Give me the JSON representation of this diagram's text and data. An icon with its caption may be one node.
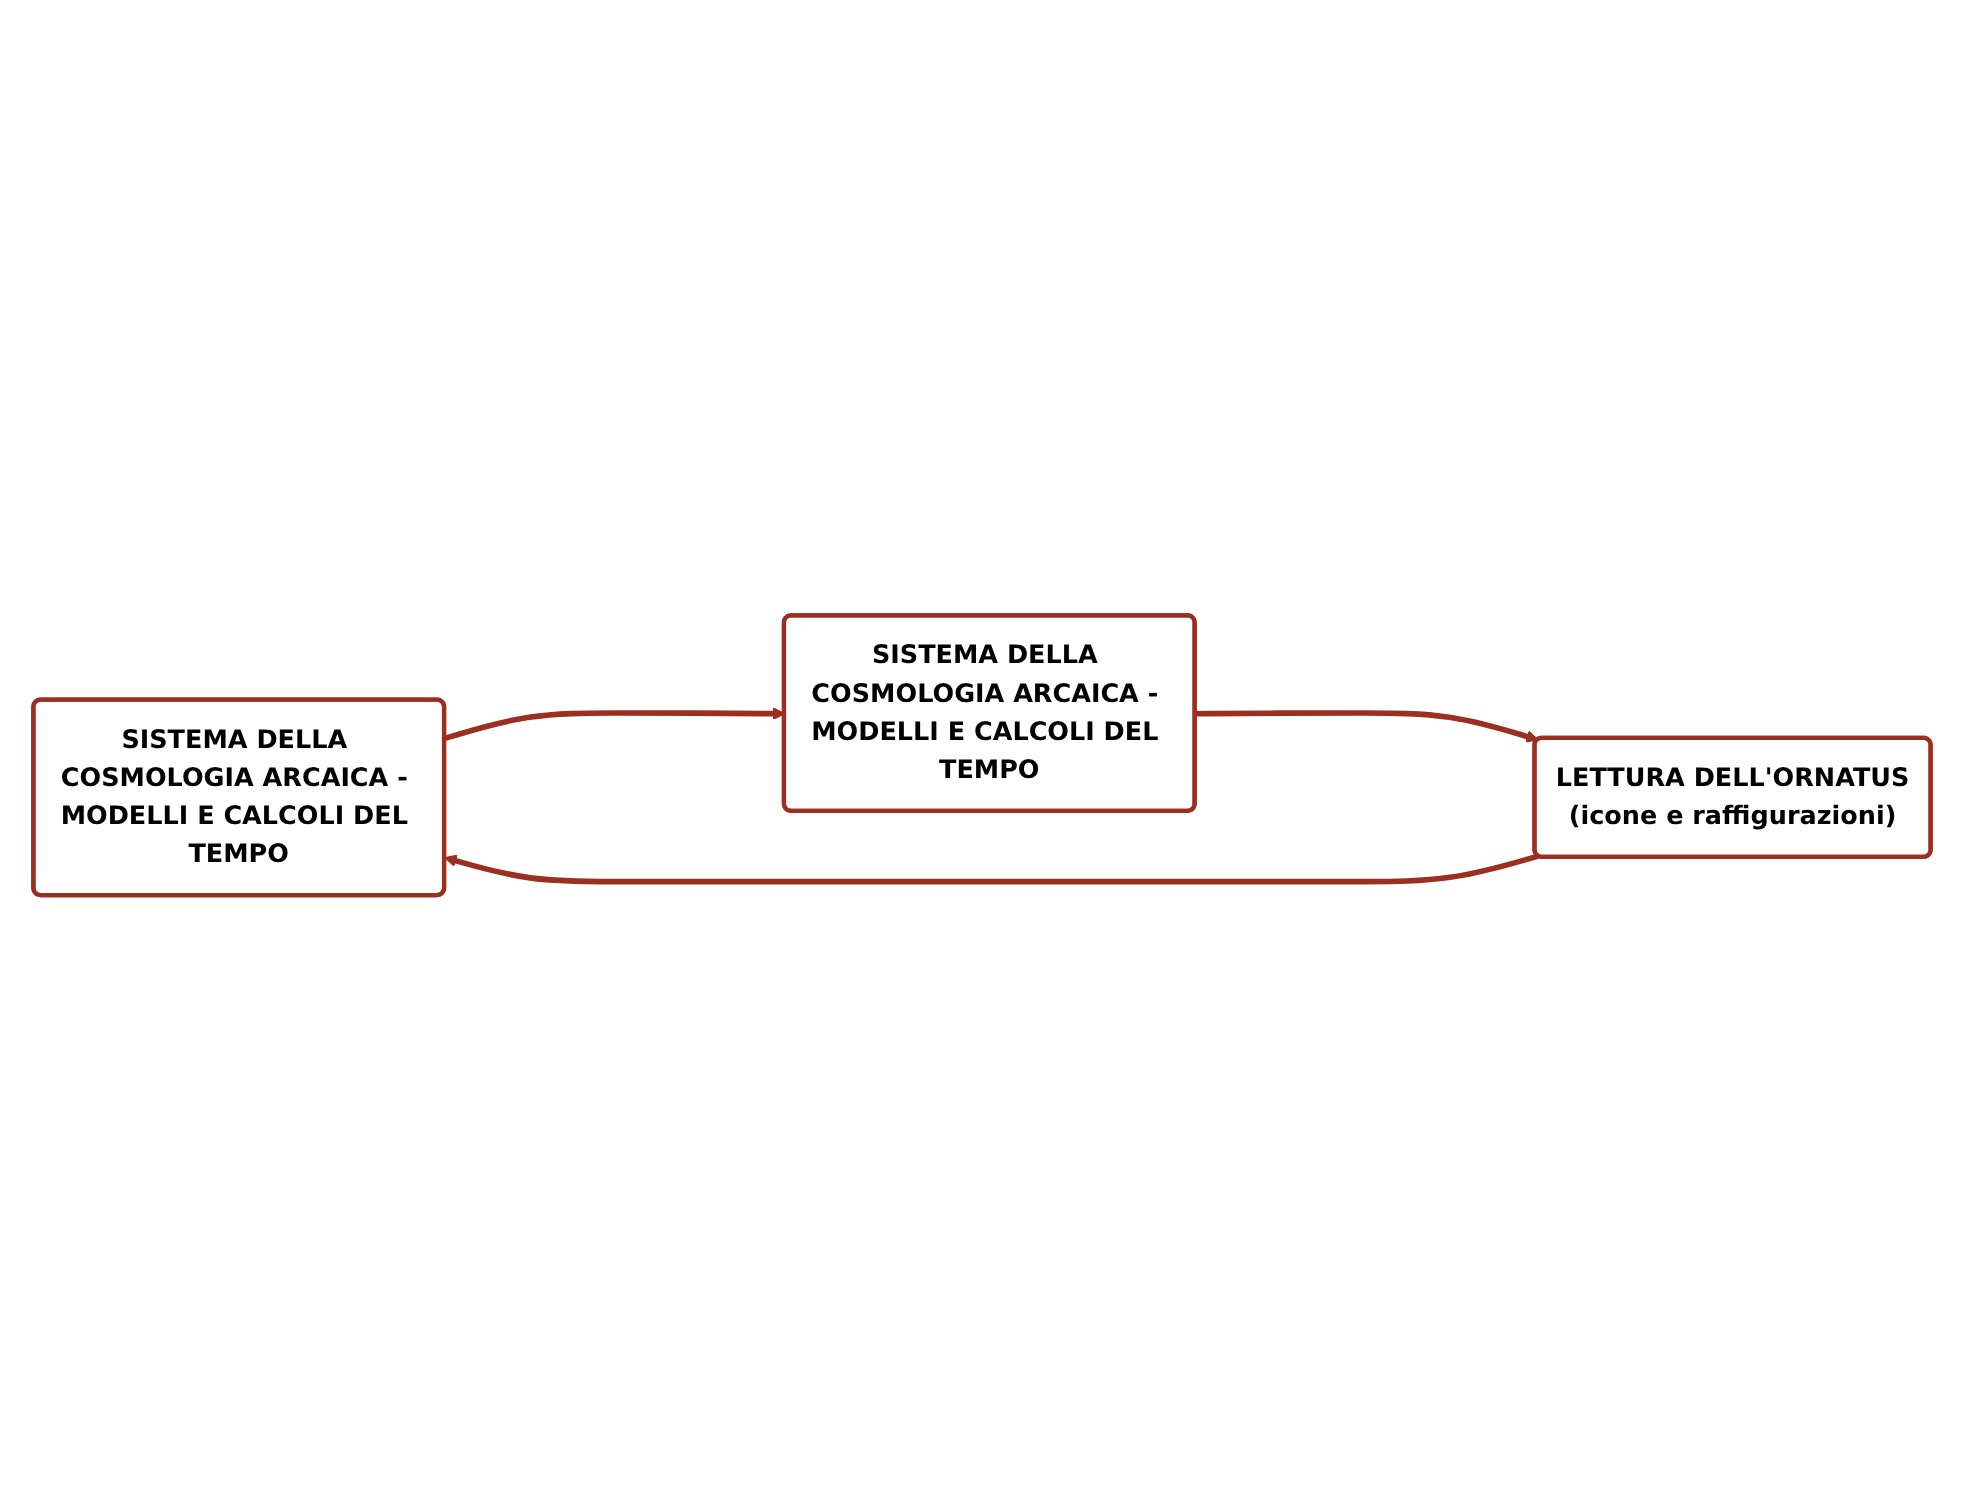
{
  "diagram": {
    "nodes": [
      {
        "text": [
          "SISTEMA DELLA COSMOLOGIA ARCAICA - MODELLI E CALCOLI DEL TEMPO"
        ]
      },
      {
        "text": [
          "SISTEMA DELLA COSMOLOGIA ARCAICA - MODELLI E CALCOLI DEL TEMPO"
        ]
      },
      {
        "text": [
          "LETTURA DELL'ORNATUS",
          "(icone e raffigurazioni)"
        ]
      }
    ],
    "edges": [
      {
        "from": 0,
        "to": 1,
        "arrow": "to"
      },
      {
        "from": 1,
        "to": 2,
        "arrow": "to"
      },
      {
        "from": 2,
        "to": 0,
        "arrow": "to"
      }
    ]
  }
}
